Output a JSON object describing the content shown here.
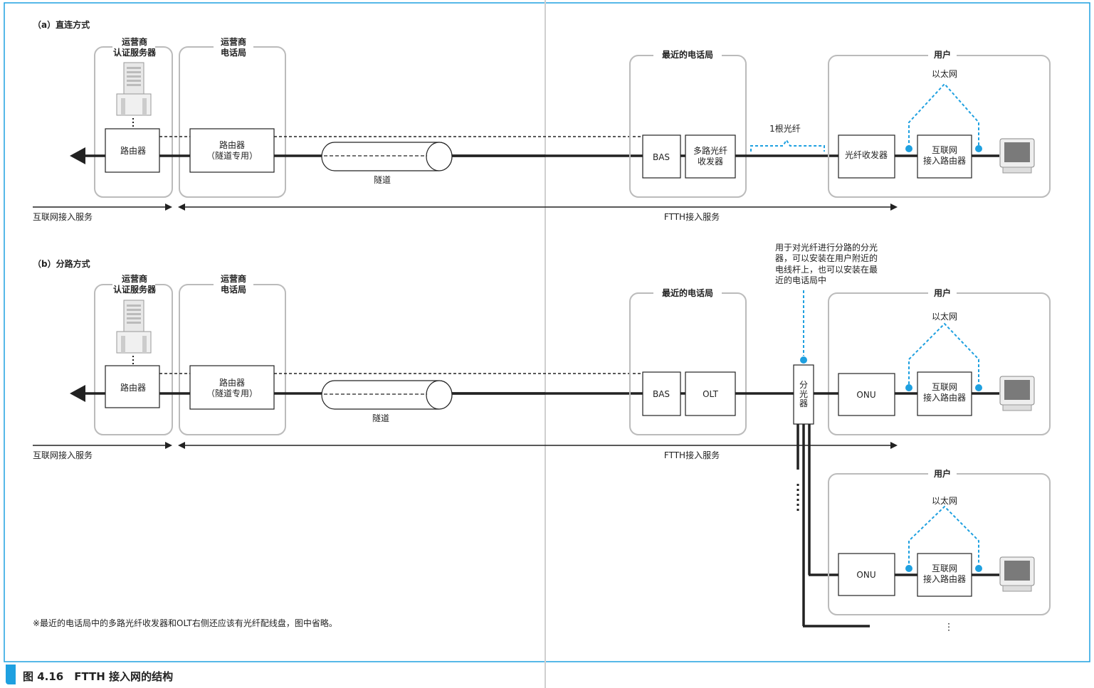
{
  "section_a": {
    "label": "（a）直连方式",
    "isp_auth_title_1": "运营商",
    "isp_auth_title_2": "认证服务器",
    "isp_office_title_1": "运营商",
    "isp_office_title_2": "电话局",
    "router": "路由器",
    "tunnel_router_1": "路由器",
    "tunnel_router_2": "（隧道专用）",
    "tunnel": "隧道",
    "nearest_office": "最近的电话局",
    "bas": "BAS",
    "mux_1": "多路光纤",
    "mux_2": "收发器",
    "fiber": "1根光纤",
    "user": "用户",
    "ethernet": "以太网",
    "transceiver": "光纤收发器",
    "net_router_1": "互联网",
    "net_router_2": "接入路由器",
    "internet_service": "互联网接入服务",
    "ftth_service": "FTTH接入服务"
  },
  "section_b": {
    "label": "（b）分路方式",
    "isp_auth_title_1": "运营商",
    "isp_auth_title_2": "认证服务器",
    "isp_office_title_1": "运营商",
    "isp_office_title_2": "电话局",
    "router": "路由器",
    "tunnel_router_1": "路由器",
    "tunnel_router_2": "（隧道专用）",
    "tunnel": "隧道",
    "nearest_office": "最近的电话局",
    "bas": "BAS",
    "olt": "OLT",
    "splitter_1": "分",
    "splitter_2": "光",
    "splitter_3": "器",
    "splitter_note_1": "用于对光纤进行分路的分光",
    "splitter_note_2": "器，可以安装在用户附近的",
    "splitter_note_3": "电线杆上，也可以安装在最",
    "splitter_note_4": "近的电话局中",
    "user": "用户",
    "ethernet": "以太网",
    "onu": "ONU",
    "net_router_1": "互联网",
    "net_router_2": "接入路由器",
    "user2": "用户",
    "ethernet2": "以太网",
    "onu2": "ONU",
    "net_router2_1": "互联网",
    "net_router2_2": "接入路由器",
    "internet_service": "互联网接入服务",
    "ftth_service": "FTTH接入服务"
  },
  "footnote": "※最近的电话局中的多路光纤收发器和OLT右侧还应该有光纤配线盘，图中省略。",
  "caption": "图 4.16　FTTH 接入网的结构",
  "colors": {
    "accent": "#1ea0e0",
    "line": "#222222",
    "group": "#bbbbbb"
  }
}
